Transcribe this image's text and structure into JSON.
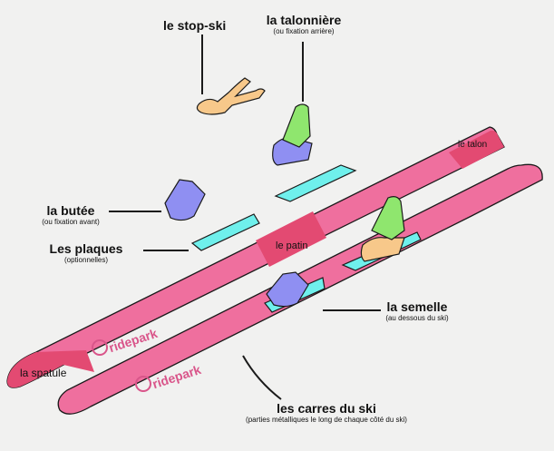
{
  "labels": {
    "stop_ski": "le stop-ski",
    "talonniere": "la talonnière",
    "talonniere_sub": "(ou fixation arrière)",
    "butee": "la butée",
    "butee_sub": "(ou fixation avant)",
    "plaques": "Les plaques",
    "plaques_sub": "(optionnelles)",
    "semelle": "la semelle",
    "semelle_sub": "(au dessous du ski)",
    "carres": "les carres du ski",
    "carres_sub": "(parties métalliques le long de chaque côté du ski)"
  },
  "ski_text": {
    "talon": "le talon",
    "patin": "le patin",
    "spatule": "la spatule",
    "brand": "ridepark"
  },
  "colors": {
    "ski": "#ef6f9e",
    "ski_dark": "#e34a72",
    "plate": "#6ff0ec",
    "binding": "#8f8ff2",
    "heel": "#8fe66e",
    "stopski": "#f7c88a",
    "outline": "#1a1a1a"
  }
}
